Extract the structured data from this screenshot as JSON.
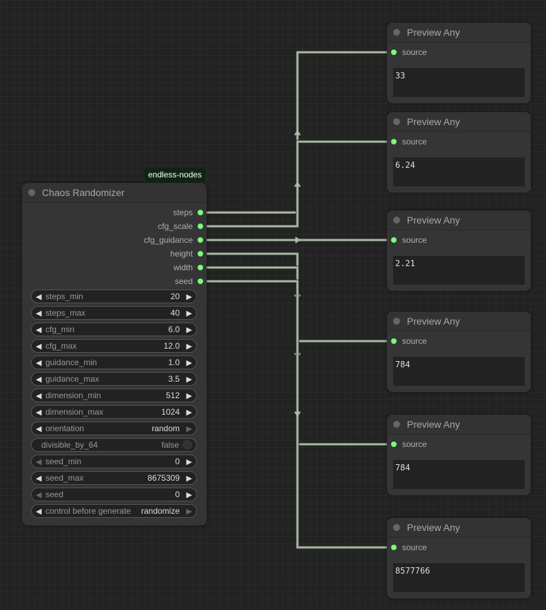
{
  "badge": "endless-nodes",
  "chaos": {
    "title": "Chaos Randomizer",
    "outputs": [
      "steps",
      "cfg_scale",
      "cfg_guidance",
      "height",
      "width",
      "seed"
    ],
    "widgets": [
      {
        "label": "steps_min",
        "value": "20"
      },
      {
        "label": "steps_max",
        "value": "40"
      },
      {
        "label": "cfg_min",
        "value": "6.0"
      },
      {
        "label": "cfg_max",
        "value": "12.0"
      },
      {
        "label": "guidance_min",
        "value": "1.0"
      },
      {
        "label": "guidance_max",
        "value": "3.5"
      },
      {
        "label": "dimension_min",
        "value": "512"
      },
      {
        "label": "dimension_max",
        "value": "1024"
      },
      {
        "label": "orientation",
        "value": "random"
      },
      {
        "label": "divisible_by_64",
        "value": "false"
      },
      {
        "label": "seed_min",
        "value": "0"
      },
      {
        "label": "seed_max",
        "value": "8675309"
      },
      {
        "label": "seed",
        "value": "0"
      },
      {
        "label": "control before generate",
        "value": "randomize"
      }
    ]
  },
  "previews": [
    {
      "title": "Preview Any",
      "input": "source",
      "value": "33"
    },
    {
      "title": "Preview Any",
      "input": "source",
      "value": "6.24"
    },
    {
      "title": "Preview Any",
      "input": "source",
      "value": "2.21"
    },
    {
      "title": "Preview Any",
      "input": "source",
      "value": "784"
    },
    {
      "title": "Preview Any",
      "input": "source",
      "value": "784"
    },
    {
      "title": "Preview Any",
      "input": "source",
      "value": "8577766"
    }
  ],
  "colors": {
    "wire": "#a9b9a5",
    "socket": "#77ff77",
    "badge_bg": "#0f2414"
  }
}
